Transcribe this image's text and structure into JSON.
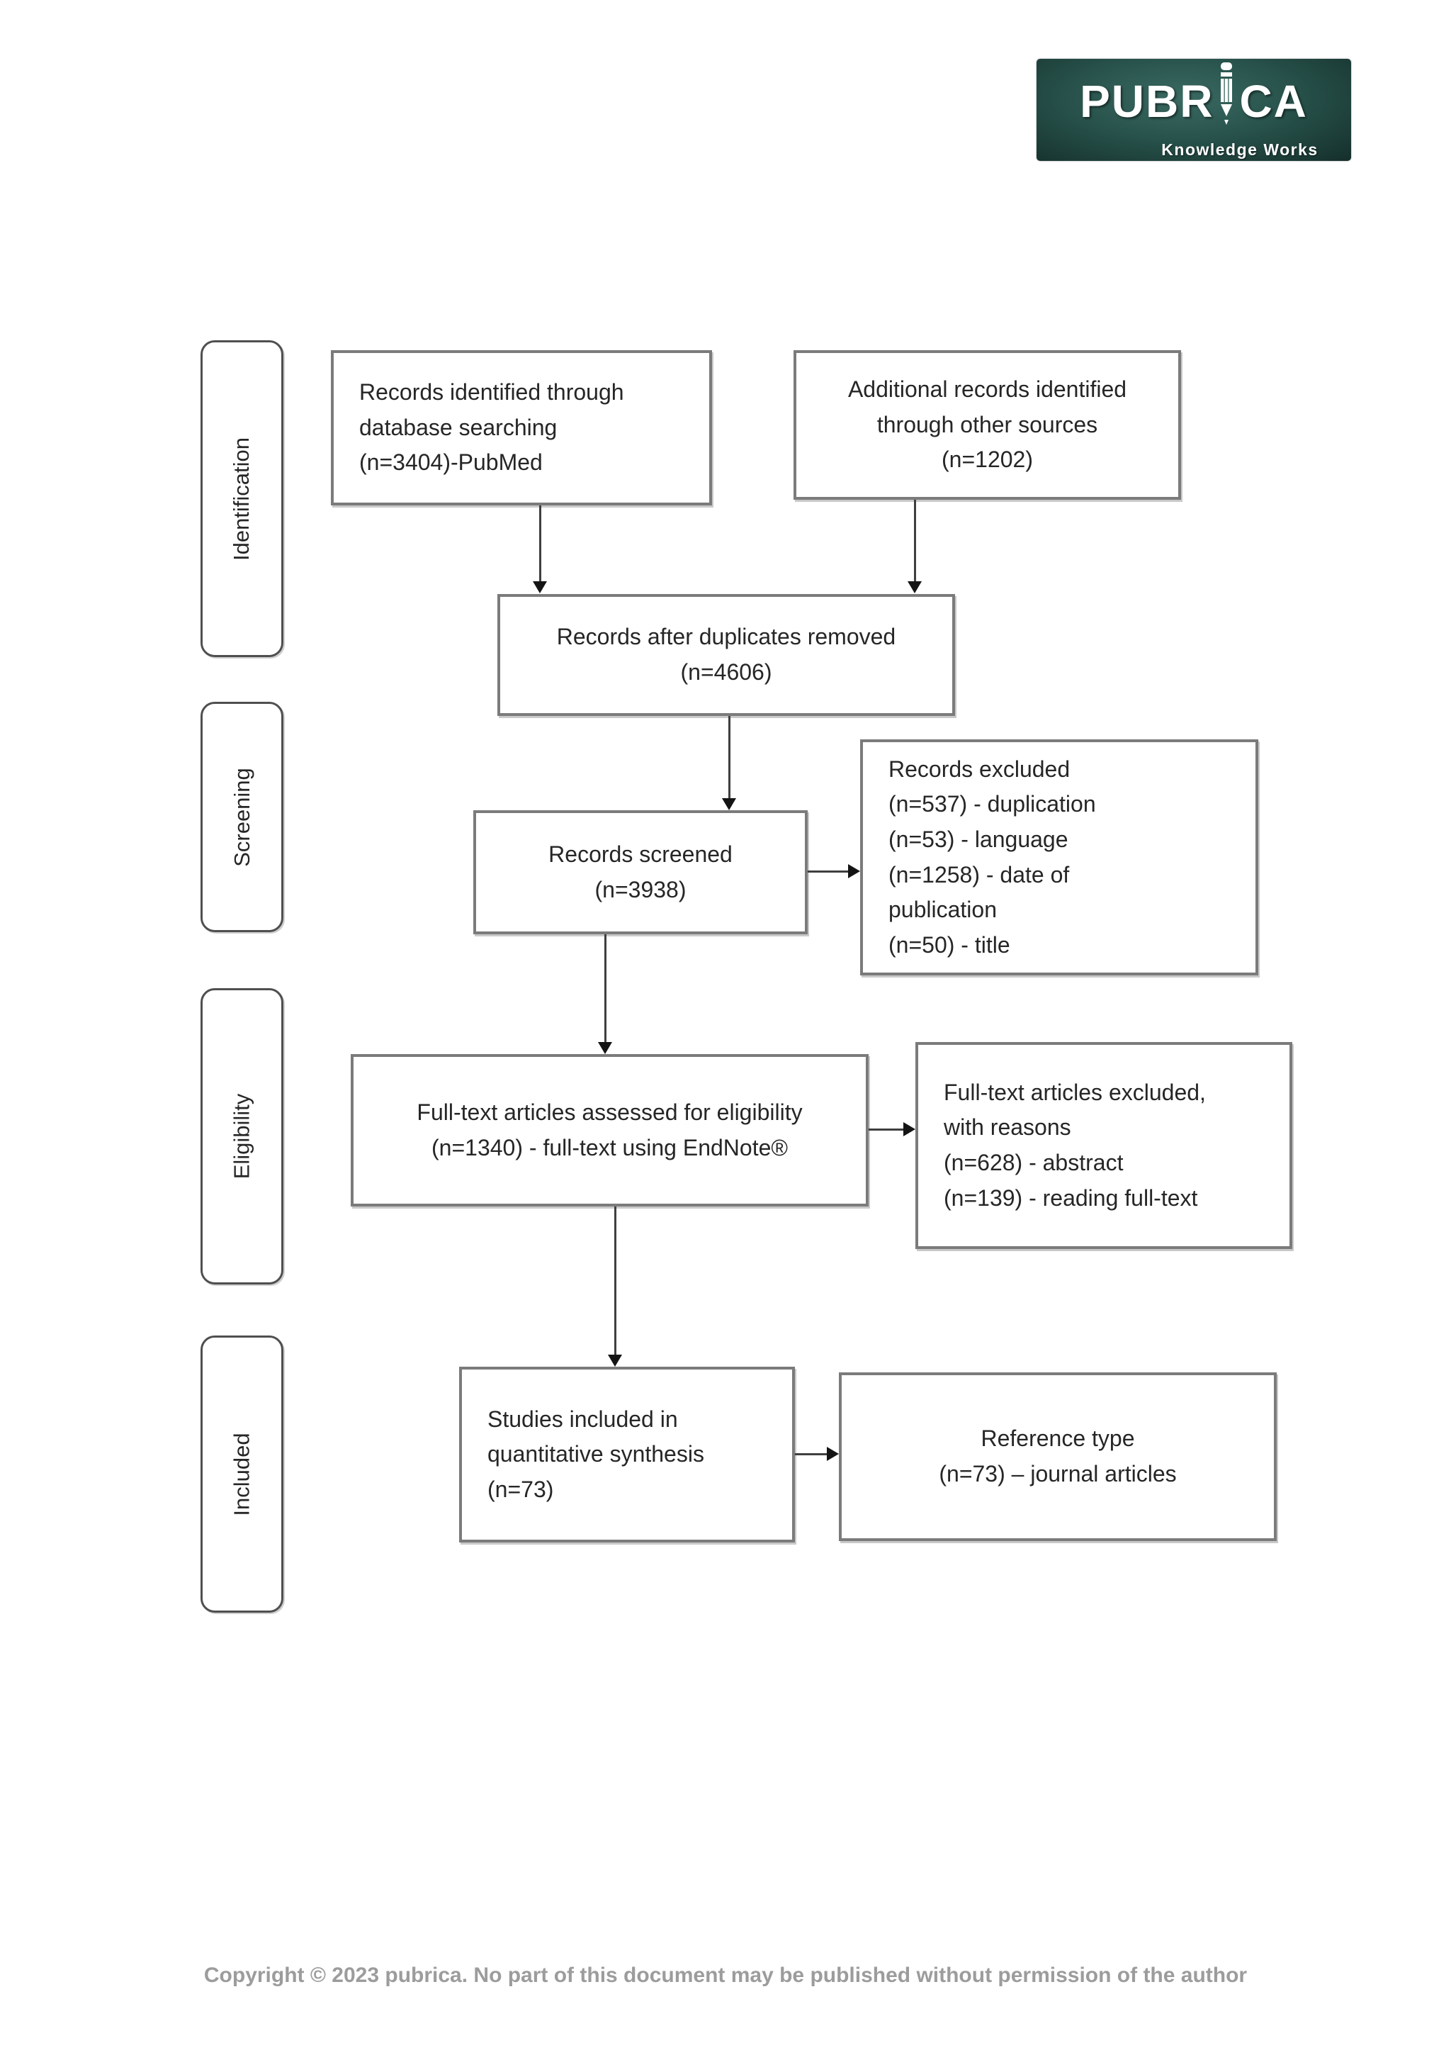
{
  "logo": {
    "brand": "PUBRICA",
    "brand_prefix": "PUBR",
    "brand_suffix": "CA",
    "tagline": "Knowledge Works",
    "bg_color_dark": "#152f2b",
    "bg_color_light": "#3a6a62",
    "text_color": "#ffffff"
  },
  "stages": [
    {
      "label": "Identification"
    },
    {
      "label": "Screening"
    },
    {
      "label": "Eligibility"
    },
    {
      "label": "Included"
    }
  ],
  "boxes": {
    "records_identified": {
      "lines": [
        "Records identified through",
        "database searching",
        "(n=3404)-PubMed"
      ]
    },
    "additional_records": {
      "lines": [
        "Additional records identified",
        "through other sources",
        "(n=1202)"
      ]
    },
    "after_duplicates": {
      "lines": [
        "Records after duplicates removed",
        "(n=4606)"
      ]
    },
    "records_screened": {
      "lines": [
        "Records screened",
        "(n=3938)"
      ]
    },
    "records_excluded": {
      "lines": [
        "Records excluded",
        "(n=537) - duplication",
        "(n=53) - language",
        "(n=1258) - date of",
        "publication",
        "(n=50) - title"
      ]
    },
    "fulltext_assessed": {
      "lines": [
        "Full-text articles assessed for eligibility",
        "(n=1340) - full-text using EndNote®"
      ]
    },
    "fulltext_excluded": {
      "lines": [
        "Full-text articles excluded,",
        "with reasons",
        "(n=628) - abstract",
        "(n=139) - reading full-text"
      ]
    },
    "studies_included": {
      "lines": [
        "Studies included in",
        "quantitative synthesis",
        "(n=73)"
      ]
    },
    "reference_type": {
      "lines": [
        "Reference type",
        "(n=73) – journal articles"
      ]
    }
  },
  "footer": {
    "text": "Copyright © 2023 pubrica. No part of this document may be published without permission of the author",
    "color": "#9c9c9c"
  },
  "diagram_colors": {
    "box_border": "#7b7b7b",
    "stage_border": "#4f4f4f",
    "connector": "#3f3f3f",
    "arrowhead": "#141414",
    "text": "#262626"
  }
}
